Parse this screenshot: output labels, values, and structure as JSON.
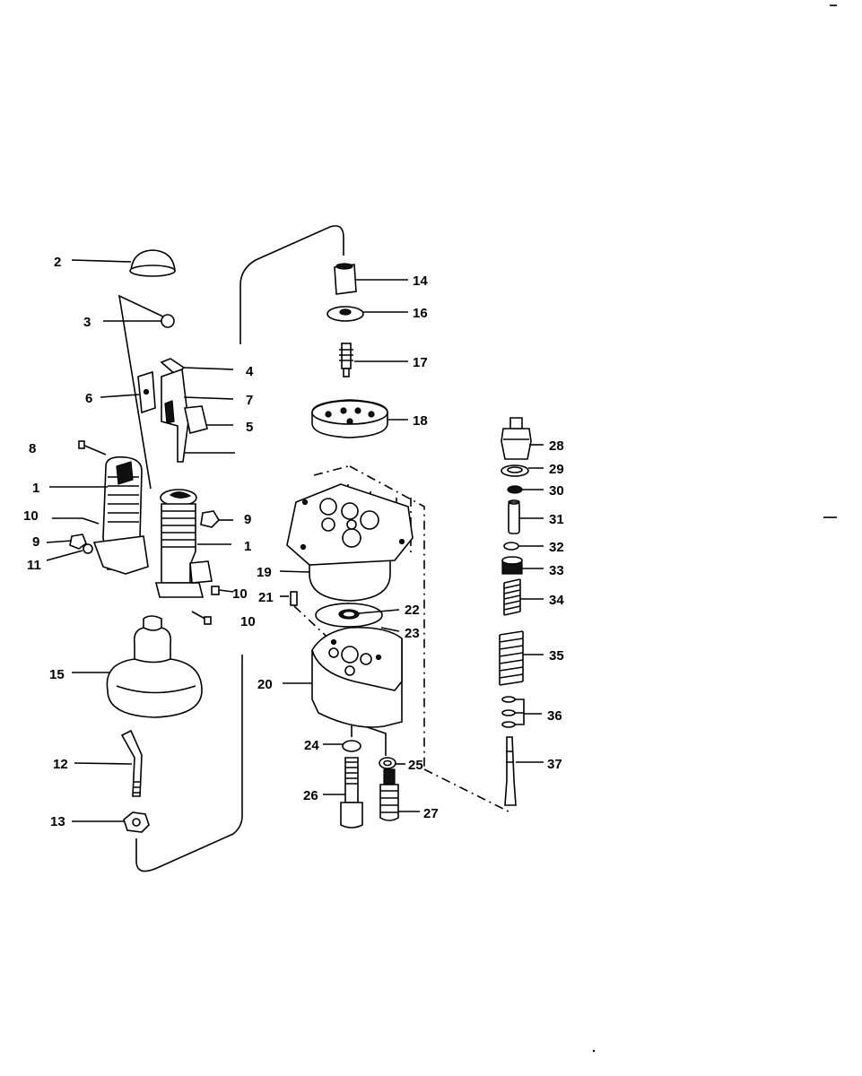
{
  "parts": [
    {
      "id": "1a",
      "label": "1"
    },
    {
      "id": "1b",
      "label": "1"
    },
    {
      "id": "2",
      "label": "2"
    },
    {
      "id": "3",
      "label": "3"
    },
    {
      "id": "4",
      "label": "4"
    },
    {
      "id": "5",
      "label": "5"
    },
    {
      "id": "6",
      "label": "6"
    },
    {
      "id": "7",
      "label": "7"
    },
    {
      "id": "8",
      "label": "8"
    },
    {
      "id": "9a",
      "label": "9"
    },
    {
      "id": "9b",
      "label": "9"
    },
    {
      "id": "10a",
      "label": "10"
    },
    {
      "id": "10b",
      "label": "10"
    },
    {
      "id": "10c",
      "label": "10"
    },
    {
      "id": "11",
      "label": "11"
    },
    {
      "id": "12",
      "label": "12"
    },
    {
      "id": "13",
      "label": "13"
    },
    {
      "id": "14",
      "label": "14"
    },
    {
      "id": "15",
      "label": "15"
    },
    {
      "id": "16",
      "label": "16"
    },
    {
      "id": "17",
      "label": "17"
    },
    {
      "id": "18",
      "label": "18"
    },
    {
      "id": "19",
      "label": "19"
    },
    {
      "id": "20",
      "label": "20"
    },
    {
      "id": "21",
      "label": "21"
    },
    {
      "id": "22",
      "label": "22"
    },
    {
      "id": "23",
      "label": "23"
    },
    {
      "id": "24",
      "label": "24"
    },
    {
      "id": "25",
      "label": "25"
    },
    {
      "id": "26",
      "label": "26"
    },
    {
      "id": "27",
      "label": "27"
    },
    {
      "id": "28",
      "label": "28"
    },
    {
      "id": "29",
      "label": "29"
    },
    {
      "id": "30",
      "label": "30"
    },
    {
      "id": "31",
      "label": "31"
    },
    {
      "id": "32",
      "label": "32"
    },
    {
      "id": "33",
      "label": "33"
    },
    {
      "id": "34",
      "label": "34"
    },
    {
      "id": "35",
      "label": "35"
    },
    {
      "id": "36",
      "label": "36"
    },
    {
      "id": "37",
      "label": "37"
    }
  ]
}
